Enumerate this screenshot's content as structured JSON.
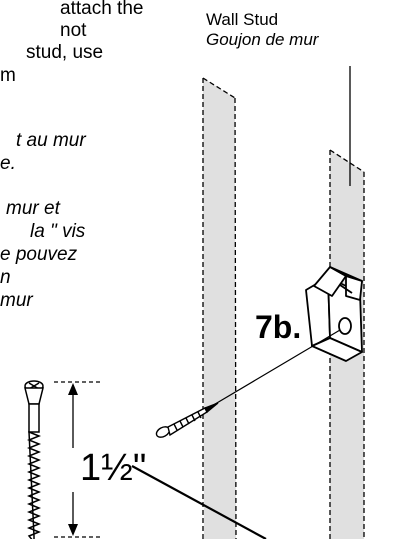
{
  "instructions_en": [
    "attach the",
    "not",
    "stud, use",
    "m"
  ],
  "instructions_fr_1": [
    "t au mur",
    "e."
  ],
  "instructions_fr_2": [
    "mur et",
    "la \" vis",
    "e pouvez",
    "n",
    "mur"
  ],
  "stud_label": {
    "en": "Wall Stud",
    "fr": "Goujon de mur"
  },
  "step_label": "7b.",
  "screw_length": "1½\"",
  "icons": [
    "wall-stud",
    "wall-bracket",
    "wood-screw",
    "dimension-arrow"
  ]
}
